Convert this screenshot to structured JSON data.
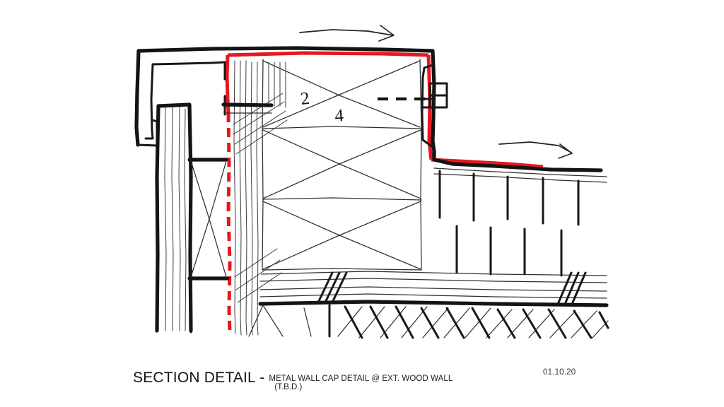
{
  "document": {
    "type": "architectural-section-detail",
    "background_color": "#ffffff"
  },
  "title_block": {
    "main_label": "SECTION DETAIL -",
    "subtitle": "METAL WALL CAP DETAIL @ EXT. WOOD WALL",
    "tbd_note": "(T.B.D.)",
    "date": "01.10.20"
  },
  "annotations": {
    "lumber_numerator": "2",
    "lumber_denominator": "4"
  },
  "colors": {
    "ink": "#141414",
    "membrane_red": "#e8161f",
    "line_thin": "#2b2b2b",
    "paper": "#ffffff"
  },
  "legend": {
    "metal_cap": "metal wall cap flashing",
    "waterproofing": "red waterproofing membrane",
    "blocking": "x-braced wood blocking",
    "wood_wall": "exterior wood wall",
    "roof_deck": "sloped roof deck",
    "slope_arrow": "slope direction arrow"
  }
}
